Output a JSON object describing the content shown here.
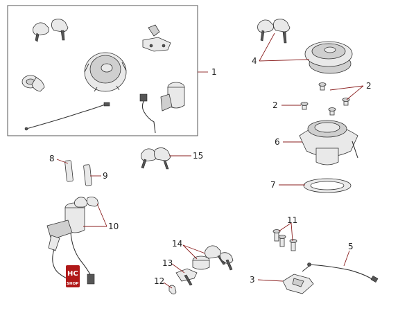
{
  "callouts": {
    "c1": "1",
    "c2a": "2",
    "c2b": "2",
    "c3": "3",
    "c4": "4",
    "c5": "5",
    "c6": "6",
    "c7": "7",
    "c8": "8",
    "c9": "9",
    "c10": "10",
    "c11": "11",
    "c12": "12",
    "c13": "13",
    "c14": "14",
    "c15": "15"
  },
  "logo": {
    "line1": "HC",
    "line2": "SHOP",
    "color": "#b01818"
  }
}
